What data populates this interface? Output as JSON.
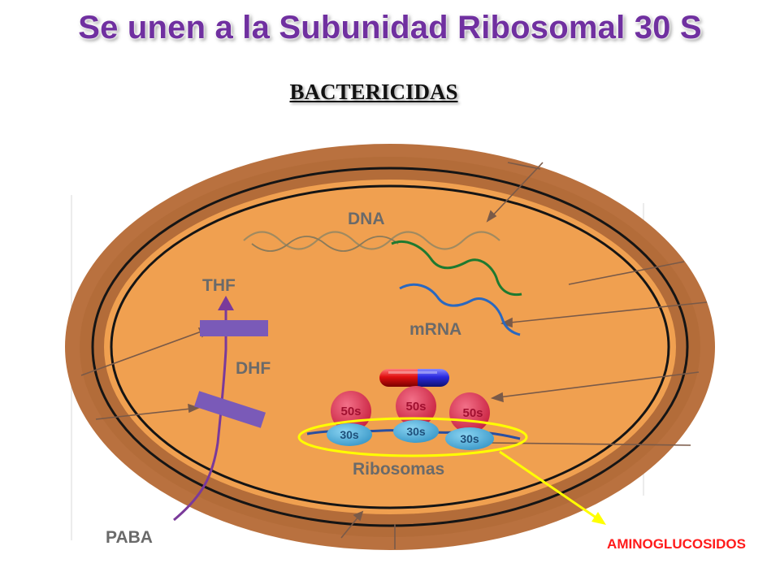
{
  "title": "Se unen a la Subunidad Ribosomal 30 S",
  "subtitle": "BACTERICIDAS",
  "labels": {
    "dna": "DNA",
    "mrna": "mRNA",
    "thf": "THF",
    "dhf": "DHF",
    "paba": "PABA",
    "ribosomas": "Ribosomas",
    "subunit_large": "50s",
    "subunit_small": "30s"
  },
  "callout": "AMINOGLUCOSIDOS",
  "colors": {
    "title": "#7030a0",
    "cell_wall": "#b9713f",
    "cytoplasm": "#f0a050",
    "callout_text": "#ff1a1a",
    "highlight": "#ffff00",
    "ribosome_50s": "#e0405a",
    "ribosome_30s": "#5ab4e0"
  },
  "icons": [
    "capsule-icon"
  ]
}
